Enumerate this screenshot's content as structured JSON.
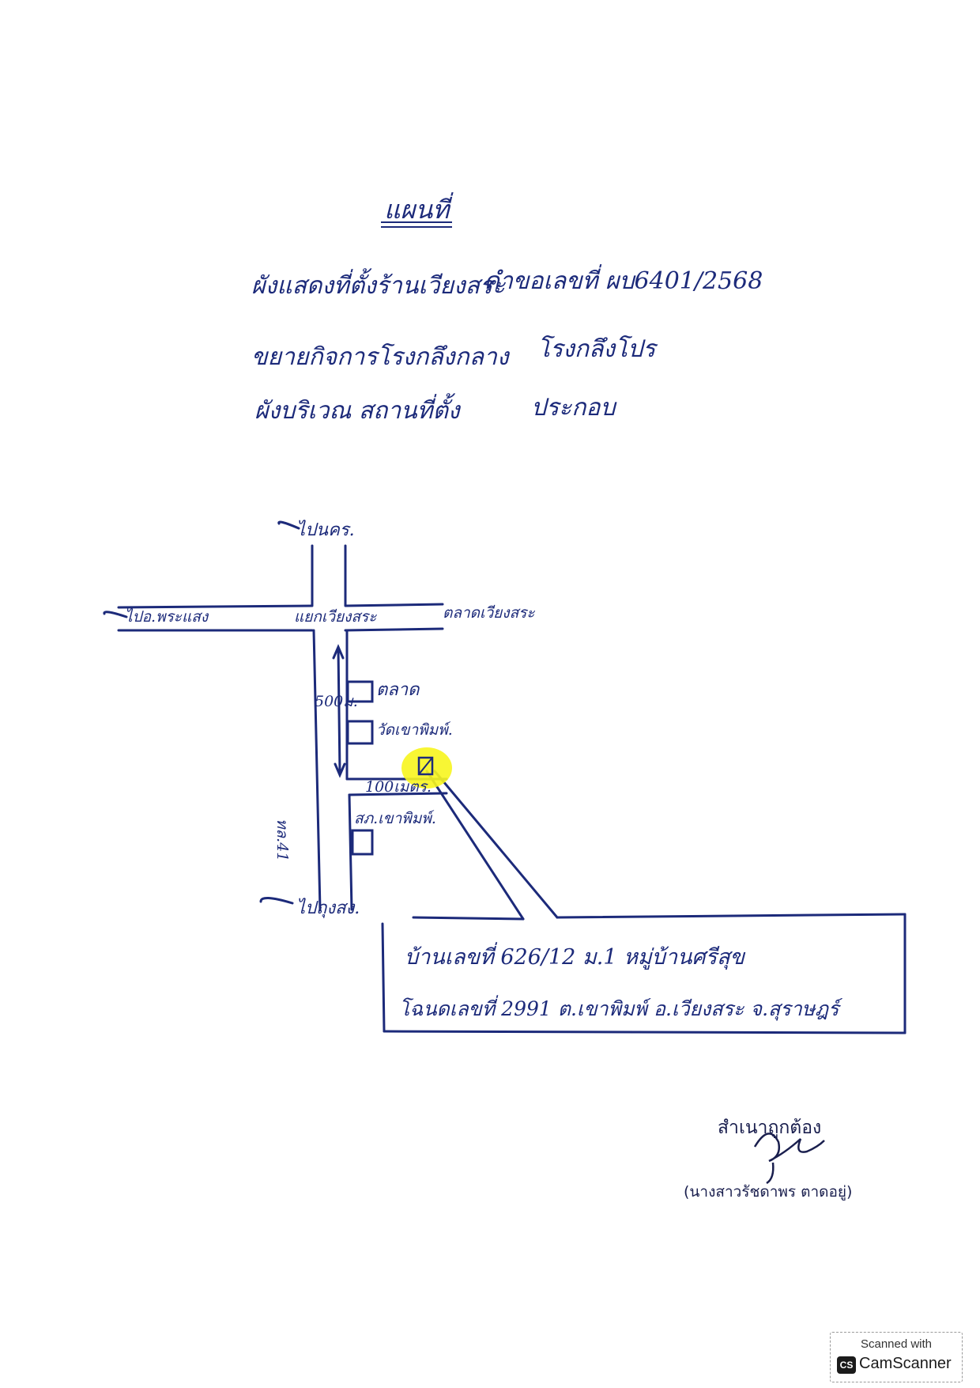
{
  "document": {
    "title": "แผนที่",
    "header_lines": [
      {
        "left": "ผังแสดงที่ตั้งร้านเวียงสระ",
        "right": "คำขอเลขที่ ผบ6401/2568"
      },
      {
        "left": "ขยายกิจการโรงกลึงกลาง",
        "right": "โรงกลึงโปร"
      },
      {
        "left": "ผังบริเวณ สถานที่ตั้ง",
        "right": "ประกอบ"
      }
    ]
  },
  "map": {
    "roads": {
      "to_north": "ไปนคร.",
      "to_west": "ไปอ.พระแสง",
      "junction": "แยกเวียงสระ",
      "market": "ตลาดเวียงสระ",
      "highway": "ทล.41",
      "to_south": "ไปถุงสง."
    },
    "distance_labels": {
      "vertical": "500ม.",
      "side_road": "100เมตร."
    },
    "buildings": [
      {
        "label": "ตลาด"
      },
      {
        "label": "วัดเขาพิมพ์."
      },
      {
        "label": "สภ.เขาพิมพ์."
      }
    ],
    "site": {
      "highlight_color": "#f7f51e"
    },
    "callout": {
      "line1": "บ้านเลขที่ 626/12 ม.1 หมู่บ้านศรีสุข",
      "line2": "โฉนดเลขที่ 2991 ต.เขาพิมพ์ อ.เวียงสระ จ.สุราษฎร์"
    }
  },
  "certification": {
    "label": "สำเนาถูกต้อง",
    "name": "(นางสาวรัชดาพร ตาดอยู่)"
  },
  "watermark": {
    "scanned_with": "Scanned with",
    "logo": "CS",
    "brand": "CamScanner"
  },
  "colors": {
    "ink": "#1c2a7a",
    "stamp_ink": "#1a1f4e",
    "highlight": "#f7f51e"
  }
}
